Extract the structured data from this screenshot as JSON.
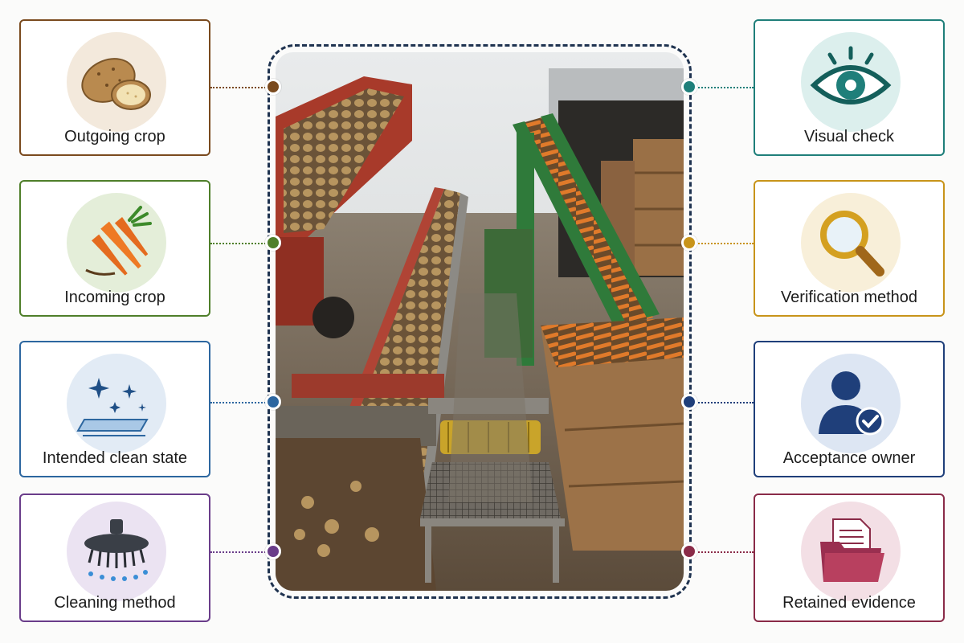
{
  "left_items": [
    {
      "label": "Outgoing crop",
      "icon": "potato-icon",
      "color": "#7a4a1e",
      "tint": "#f3e9dc"
    },
    {
      "label": "Incoming crop",
      "icon": "carrot-icon",
      "color": "#4f7f2a",
      "tint": "#e4eed9"
    },
    {
      "label": "Intended clean state",
      "icon": "sparkle-tray-icon",
      "color": "#2d67a0",
      "tint": "#e2ebf5"
    },
    {
      "label": "Cleaning method",
      "icon": "brush-spray-icon",
      "color": "#6a3d8a",
      "tint": "#ebe3f2"
    }
  ],
  "right_items": [
    {
      "label": "Visual check",
      "icon": "eye-icon",
      "color": "#1f7f7a",
      "tint": "#dcefed"
    },
    {
      "label": "Verification method",
      "icon": "magnifier-icon",
      "color": "#c8941a",
      "tint": "#f8efd9"
    },
    {
      "label": "Acceptance owner",
      "icon": "user-check-icon",
      "color": "#1f3f7a",
      "tint": "#dde6f3"
    },
    {
      "label": "Retained evidence",
      "icon": "folder-document-icon",
      "color": "#8a2b48",
      "tint": "#f3dfe5"
    }
  ],
  "photo": {
    "description_icon": "conveyor-photo"
  }
}
